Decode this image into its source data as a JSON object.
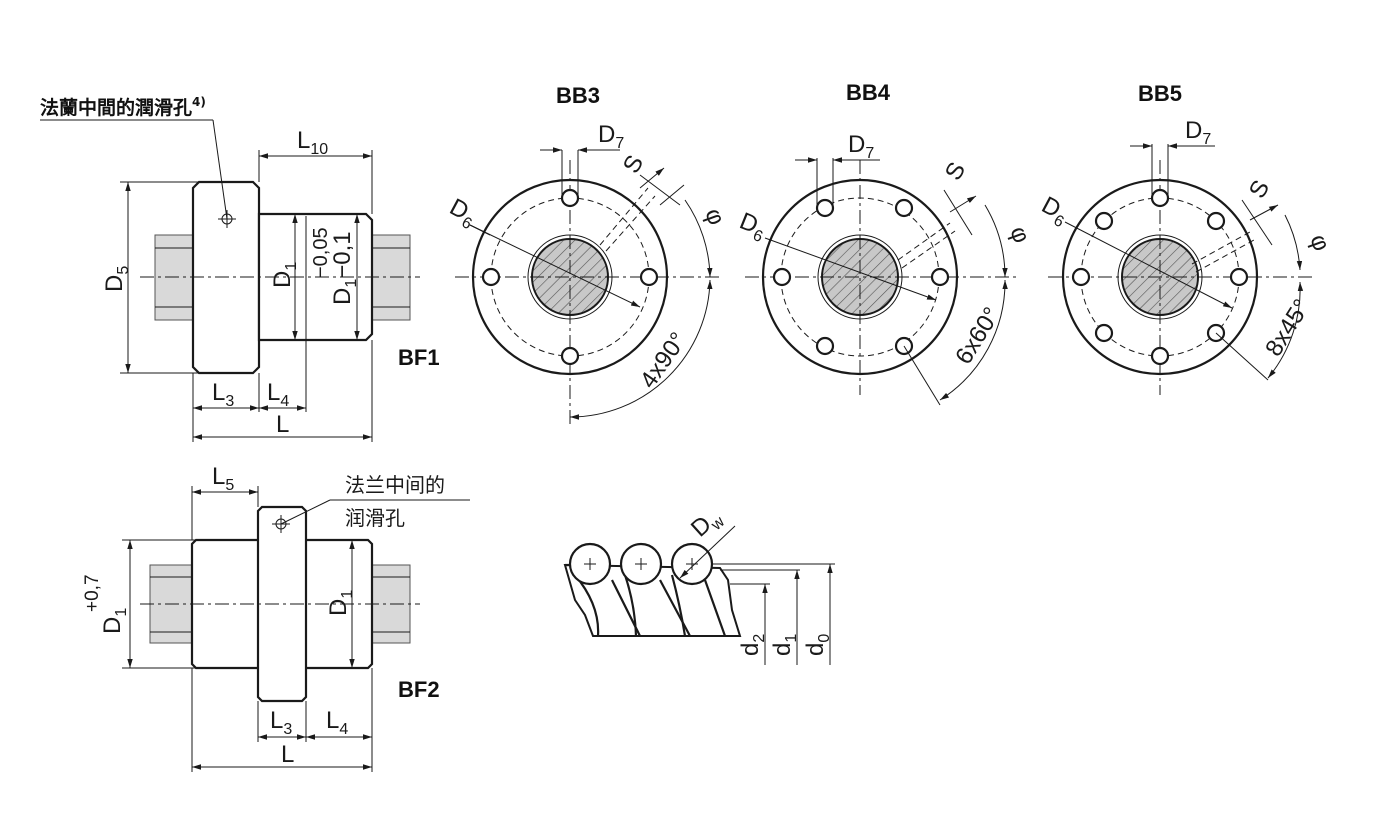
{
  "views": {
    "bf1": {
      "title": "BF1",
      "flange_note": "法蘭中間的潤滑孔",
      "flange_note_sup": "4)",
      "dims": {
        "L10": "L",
        "L10_sub": "10",
        "D5": "D",
        "D5_sub": "5",
        "D1": "D",
        "D1_sub": "1",
        "D1_tol_sym": "D",
        "D1_tol_sub": "1",
        "D1_tol_upper": "−0,05",
        "D1_tol_lower": "−0,1",
        "L3": "L",
        "L3_sub": "3",
        "L4": "L",
        "L4_sub": "4",
        "L": "L"
      }
    },
    "bf2": {
      "title": "BF2",
      "note_line1": "法兰中间的",
      "note_line2": "润滑孔",
      "dims": {
        "L5": "L",
        "L5_sub": "5",
        "D1_tol_sym": "D",
        "D1_tol_sub": "1",
        "D1_tol_sup": "+0,7",
        "D1": "D",
        "D1_sub": "1",
        "L3": "L",
        "L3_sub": "3",
        "L4": "L",
        "L4_sub": "4",
        "L": "L"
      }
    },
    "bb3": {
      "title": "BB3",
      "D7": "D",
      "D7_sub": "7",
      "D6": "D",
      "D6_sub": "6",
      "S": "S",
      "phi": "φ",
      "pattern": "4x90°"
    },
    "bb4": {
      "title": "BB4",
      "D7": "D",
      "D7_sub": "7",
      "D6": "D",
      "D6_sub": "6",
      "S": "S",
      "phi": "φ",
      "pattern": "6x60°"
    },
    "bb5": {
      "title": "BB5",
      "D7": "D",
      "D7_sub": "7",
      "D6": "D",
      "D6_sub": "6",
      "S": "S",
      "phi": "φ",
      "pattern": "8x45°"
    },
    "thread": {
      "Dw": "D",
      "Dw_sub": "w",
      "d2": "d",
      "d2_sub": "2",
      "d1": "d",
      "d1_sub": "1",
      "d0": "d",
      "d0_sub": "0"
    }
  }
}
